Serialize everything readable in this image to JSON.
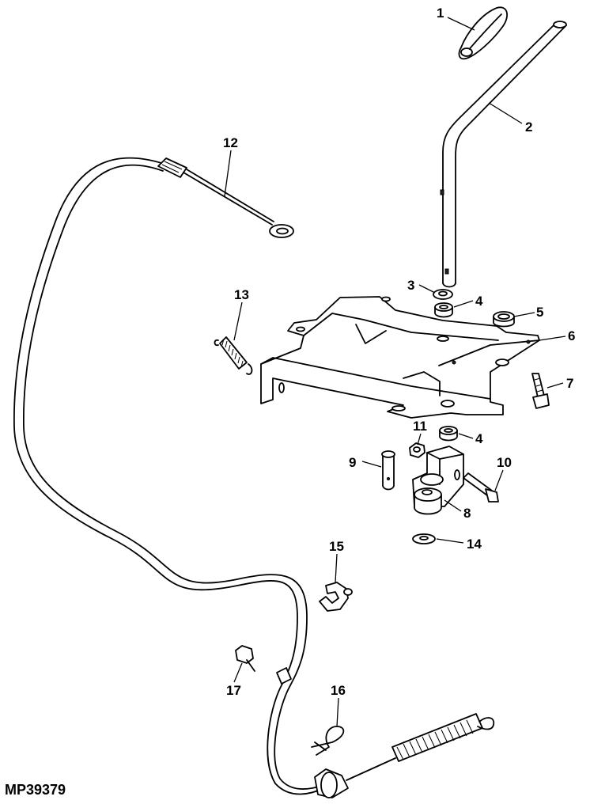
{
  "figure": {
    "id": "MP39379"
  },
  "callouts": [
    {
      "key": "c1",
      "label": "1"
    },
    {
      "key": "c2",
      "label": "2"
    },
    {
      "key": "c3",
      "label": "3"
    },
    {
      "key": "c4a",
      "label": "4"
    },
    {
      "key": "c5",
      "label": "5"
    },
    {
      "key": "c6",
      "label": "6"
    },
    {
      "key": "c7",
      "label": "7"
    },
    {
      "key": "c4b",
      "label": "4"
    },
    {
      "key": "c8",
      "label": "8"
    },
    {
      "key": "c9",
      "label": "9"
    },
    {
      "key": "c10",
      "label": "10"
    },
    {
      "key": "c11",
      "label": "11"
    },
    {
      "key": "c12",
      "label": "12"
    },
    {
      "key": "c13",
      "label": "13"
    },
    {
      "key": "c14",
      "label": "14"
    },
    {
      "key": "c15",
      "label": "15"
    },
    {
      "key": "c16",
      "label": "16"
    },
    {
      "key": "c17",
      "label": "17"
    }
  ]
}
